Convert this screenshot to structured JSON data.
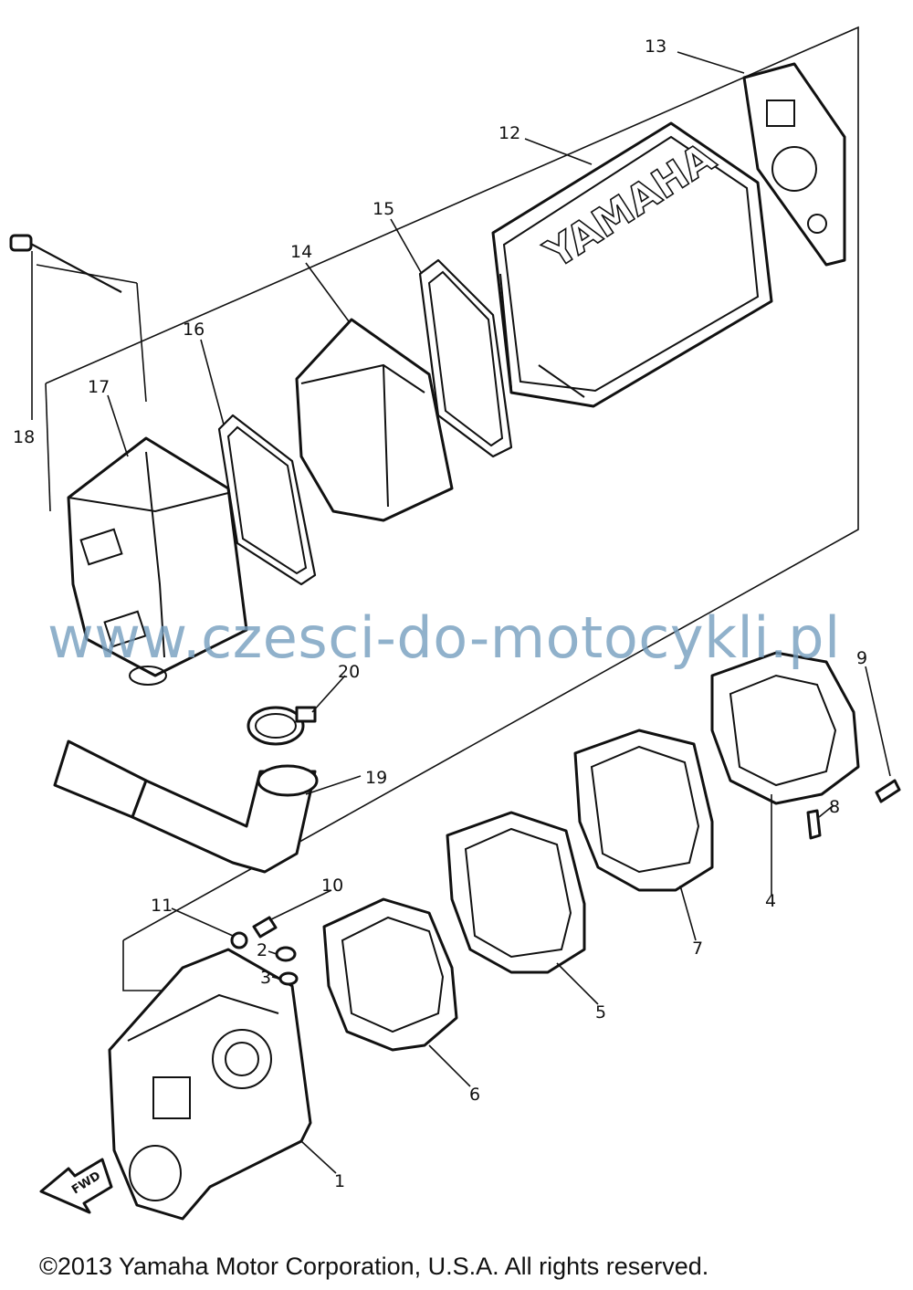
{
  "labels": {
    "p1": "1",
    "p2": "2",
    "p3": "3",
    "p4": "4",
    "p5": "5",
    "p6": "6",
    "p7": "7",
    "p8": "8",
    "p9": "9",
    "p10": "10",
    "p11": "11",
    "p12": "12",
    "p13": "13",
    "p14": "14",
    "p15": "15",
    "p16": "16",
    "p17": "17",
    "p18": "18",
    "p19": "19",
    "p20": "20"
  },
  "logo_text": "YAMAHA",
  "fwd_text": "FWD",
  "watermark": "www.czesci-do-motocykli.pl",
  "copyright": "©2013 Yamaha Motor Corporation, U.S.A. All rights reserved."
}
